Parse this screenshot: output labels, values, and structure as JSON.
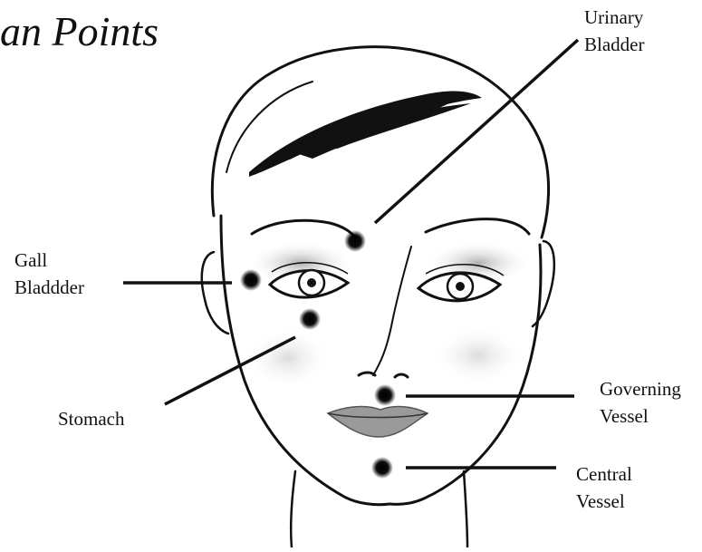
{
  "title": "an Points",
  "labels": {
    "urinary_bladder": [
      "Urinary",
      "Bladder"
    ],
    "gall_bladder": [
      "Gall",
      "Bladdder"
    ],
    "stomach": [
      "Stomach"
    ],
    "governing_vessel": [
      "Governing",
      "Vessel"
    ],
    "central_vessel": [
      "Central",
      "Vessel"
    ]
  },
  "colors": {
    "ink": "#111111",
    "eyeshadow": "#b9b9b9",
    "blush": "#dcdcdc",
    "lips": "#9a9a9a"
  }
}
